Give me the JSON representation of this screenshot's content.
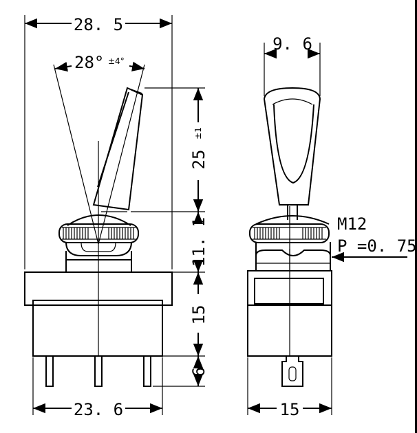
{
  "dimensions": {
    "overall_width": "28. 5",
    "angle": "28°",
    "angle_tolerance": "±4°",
    "lever_length": "25",
    "lever_tolerance": "±1",
    "bushing_height": "11. 1",
    "body_height": "15",
    "terminal_length": "6",
    "body_width": "23. 6",
    "lever_width": "9. 6",
    "side_width": "15"
  },
  "thread": {
    "size": "M12",
    "pitch": "P =0. 75"
  }
}
